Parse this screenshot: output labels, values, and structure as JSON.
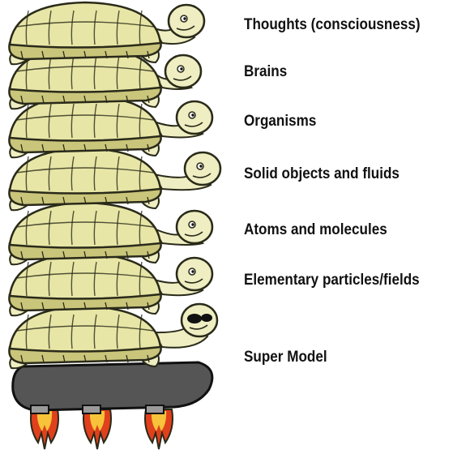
{
  "layers": [
    {
      "label": "Thoughts (consciousness)"
    },
    {
      "label": "Brains"
    },
    {
      "label": "Organisms"
    },
    {
      "label": "Solid objects and fluids"
    },
    {
      "label": "Atoms and molecules"
    },
    {
      "label": "Elementary particles/fields"
    },
    {
      "label": "Super Model"
    }
  ],
  "colors": {
    "shell": "#e7e6a6",
    "shell_dark": "#c9c57a",
    "skin": "#eeeec2",
    "outline": "#2a2a1a",
    "skateboard": "#555555",
    "flame_outer": "#e0401c",
    "flame_inner": "#f6c33a",
    "label_text": "#111111"
  }
}
